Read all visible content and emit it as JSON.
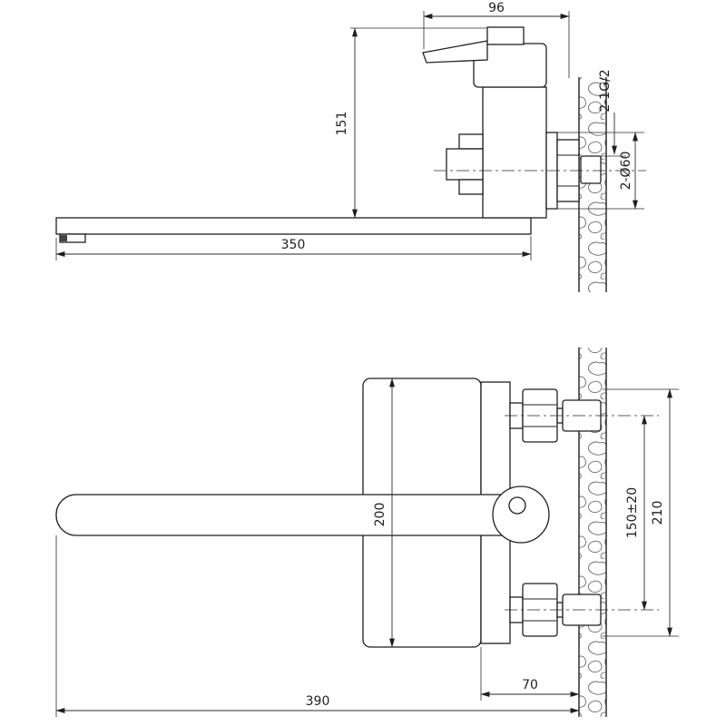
{
  "drawing": {
    "background": "#ffffff",
    "line_color": "#1f1f1f",
    "views": {
      "side": {
        "label": "side-view-wall-mounted-faucet",
        "dims": {
          "handle_width": "96",
          "height": "151",
          "spout_reach": "350",
          "thread_label": "2-1G/2",
          "escutcheon_diameter": "2-Ø60"
        }
      },
      "front": {
        "label": "front-view-wall-mounted-faucet",
        "dims": {
          "body_height": "200",
          "centers_spacing": "150±20",
          "overall_height": "210",
          "wall_offset": "70",
          "overall_width": "390"
        }
      }
    }
  }
}
